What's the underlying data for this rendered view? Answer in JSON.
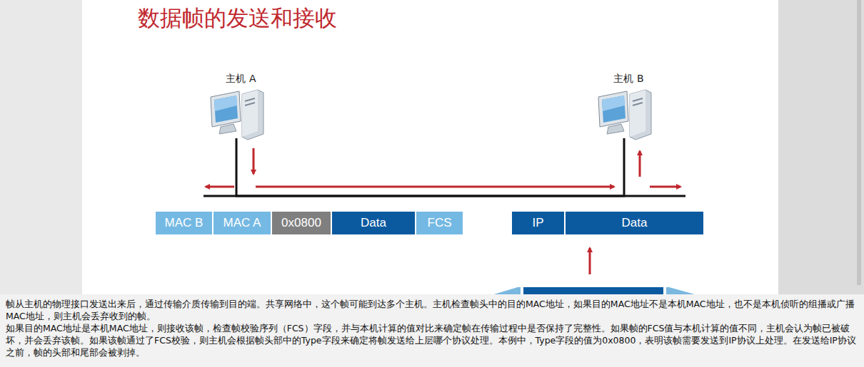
{
  "diagram": {
    "title": "数据帧的发送和接收",
    "nodes": [
      {
        "text": [
          "主机 A"
        ]
      },
      {
        "text": [
          "主机 B"
        ]
      },
      {
        "text": [
          "MAC B"
        ]
      },
      {
        "text": [
          "MAC A"
        ]
      },
      {
        "text": [
          "0x0800"
        ]
      },
      {
        "text": [
          "Data"
        ]
      },
      {
        "text": [
          "FCS"
        ]
      },
      {
        "text": [
          "IP"
        ]
      },
      {
        "text": [
          "Data"
        ]
      }
    ],
    "edges": [
      {
        "from": 0,
        "to": 1,
        "arrow": "none"
      }
    ],
    "labels": [
      "帧从主机的物理接口发送出来后，通过传输介质传输到目的端。共享网络中，这个帧可能到达多个主机。主机检查帧头中的目的MAC地址，如果目的MAC地址不是本机MAC地址，也不是本机侦听的组播或广播MAC地址，则主机会丢弃收到的帧。",
      "如果目的MAC地址是本机MAC地址，则接收该帧，检查帧校验序列（FCS）字段，并与本机计算的值对比来确定帧在传输过程中是否保持了完整性。如果帧的FCS值与本机计算的值不同，主机会认为帧已被破坏，并会丢弃该帧。如果该帧通过了FCS校验，则主机会根据帧头部中的Type字段来确定将帧发送给上层哪个协议处理。本例中，Type字段的值为0x0800，表明该帧需要发送到IP协议上处理。在发送给IP协议之前，帧的头部和尾部会被剥掉。"
    ]
  }
}
